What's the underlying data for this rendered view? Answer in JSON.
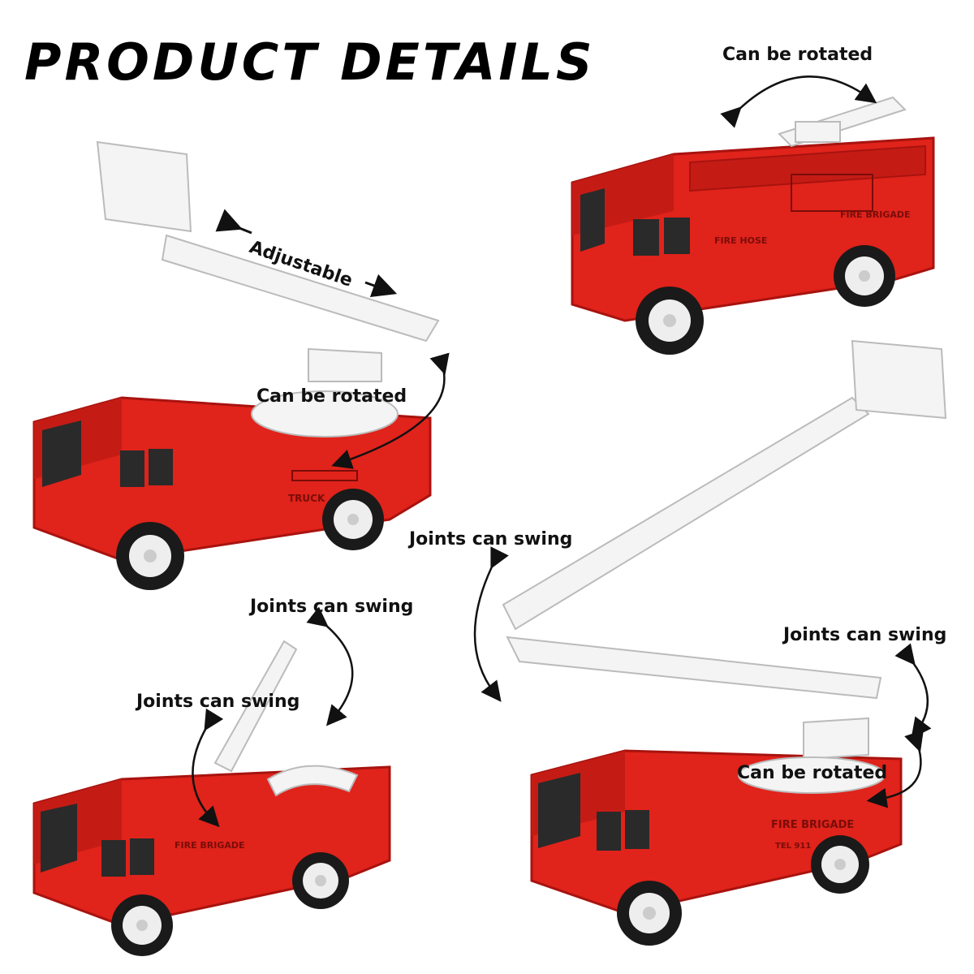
{
  "title": "PRODUCT DETAILS",
  "callouts": {
    "top_right_rotate": "Can be rotated",
    "adjustable": "Adjustable",
    "left_rotate": "Can be rotated",
    "mid_swing": "Joints can swing",
    "bottom_left_swing_upper": "Joints can swing",
    "bottom_left_swing_lower": "Joints can swing",
    "right_swing": "Joints can swing",
    "bottom_right_rotate": "Can be rotated"
  },
  "truck_text": {
    "brigade": "FIRE BRIGADE",
    "truck": "TRUCK",
    "hose": "FIRE HOSE",
    "tel": "TEL 911"
  },
  "colors": {
    "truck_red": "#e0231b",
    "truck_dark": "#a8130f",
    "ladder_white": "#f4f4f4",
    "window": "#2a2a2a"
  }
}
